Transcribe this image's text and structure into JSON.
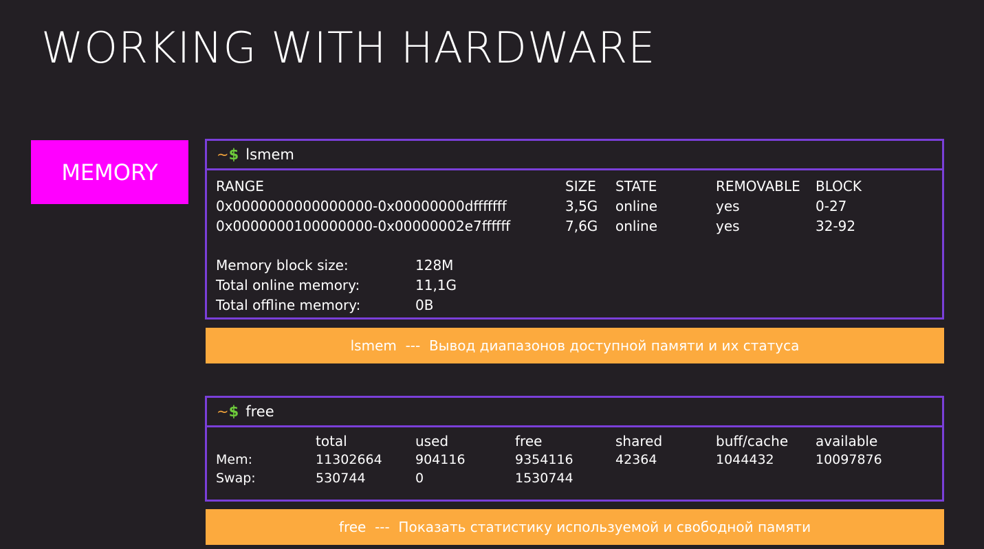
{
  "title": "WORKING WITH HARDWARE",
  "section_tag": "MEMORY",
  "prompt": {
    "tilde": "~",
    "dollar": "$"
  },
  "lsmem": {
    "command": "lsmem",
    "headers": [
      "RANGE",
      "SIZE",
      "STATE",
      "REMOVABLE",
      "BLOCK"
    ],
    "rows": [
      [
        "0x0000000000000000-0x00000000dfffffff",
        "3,5G",
        "online",
        "yes",
        "0-27"
      ],
      [
        "0x0000000100000000-0x00000002e7ffffff",
        "7,6G",
        "online",
        "yes",
        "32-92"
      ]
    ],
    "summary": [
      {
        "label": "Memory block size:",
        "value": "128M"
      },
      {
        "label": "Total online memory:",
        "value": "11,1G"
      },
      {
        "label": "Total offline memory:",
        "value": "0B"
      }
    ],
    "caption": "lsmem  ---  Вывод диапазонов доступной памяти и их статуса"
  },
  "free": {
    "command": "free",
    "headers": [
      "total",
      "used",
      "free",
      "shared",
      "buff/cache",
      "available"
    ],
    "rows": [
      {
        "label": "Mem:",
        "values": [
          "11302664",
          "904116",
          "9354116",
          "42364",
          "1044432",
          "10097876"
        ]
      },
      {
        "label": "Swap:",
        "values": [
          "530744",
          "0",
          "1530744",
          "",
          "",
          ""
        ]
      }
    ],
    "caption": "free  ---  Показать статистику используемой и свободной памяти"
  },
  "colors": {
    "background": "#231f24",
    "section_tag": "#ff00ff",
    "terminal_border": "#7a3fd9",
    "caption_bg": "#fcaa3e",
    "prompt_tilde": "#f0a23a",
    "prompt_dollar": "#6ecb3b"
  }
}
